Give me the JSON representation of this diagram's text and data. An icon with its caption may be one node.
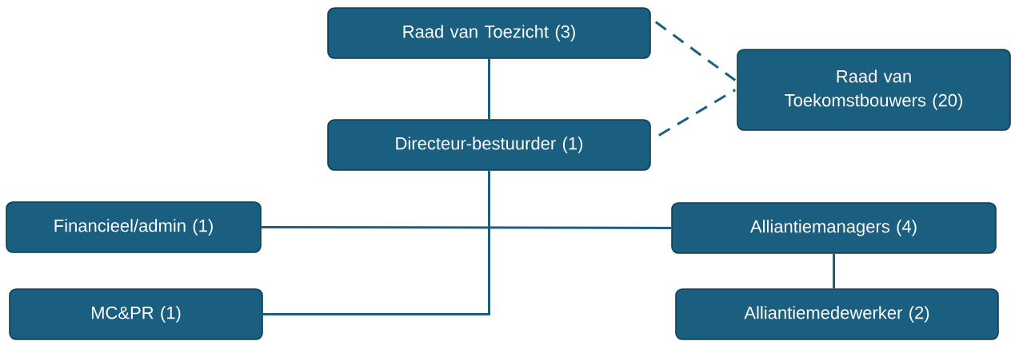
{
  "diagram": {
    "nodes": [
      {
        "text": [
          "Raad van Toezicht (3)"
        ]
      },
      {
        "text": [
          "Raad van Toekomstbouwers (20)"
        ]
      },
      {
        "text": [
          "Directeur-bestuurder (1)"
        ]
      },
      {
        "text": [
          "Financieel/admin (1)"
        ]
      },
      {
        "text": [
          "Alliantiemanagers (4)"
        ]
      },
      {
        "text": [
          "MC&PR (1)"
        ]
      },
      {
        "text": [
          "Alliantiemedewerker (2)"
        ]
      }
    ],
    "edges": [
      {
        "from": 0,
        "to": 2,
        "arrow": "none"
      },
      {
        "from": 0,
        "to": 1,
        "arrow": "none",
        "style": "dashed"
      },
      {
        "from": 2,
        "to": 1,
        "arrow": "none",
        "style": "dashed"
      },
      {
        "from": 3,
        "to": 4,
        "arrow": "none"
      },
      {
        "from": 2,
        "to": 5,
        "arrow": "none"
      },
      {
        "from": 4,
        "to": 6,
        "arrow": "none"
      }
    ]
  }
}
